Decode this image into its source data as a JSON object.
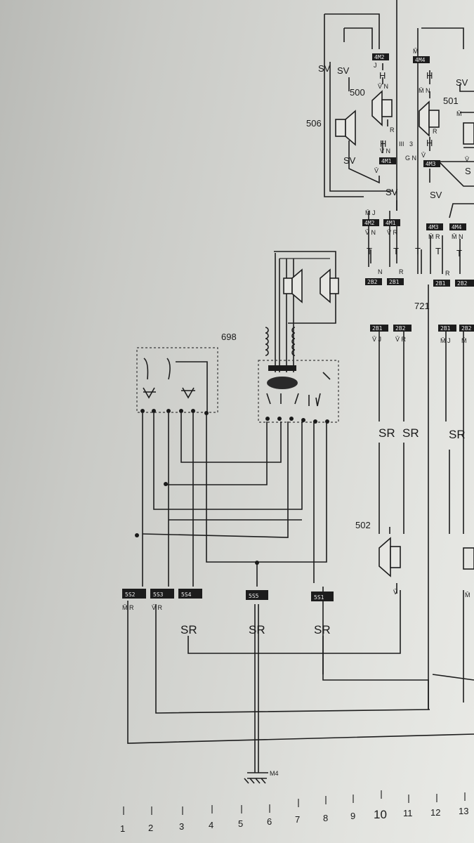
{
  "components": {
    "c506": "506",
    "c500": "500",
    "c501": "501",
    "c698": "698",
    "c721": "721",
    "c502": "502"
  },
  "wire_colors": {
    "SV": "SV",
    "H": "H",
    "T": "T",
    "SR": "SR",
    "S": "S"
  },
  "pins": {
    "J": "J",
    "N": "N",
    "R": "R",
    "M": "M̄",
    "V": "V̄",
    "VN": "V̄ N",
    "VR": "V̄ R",
    "MJ": "M̄ J",
    "MN": "M̄ N",
    "MJ2": "M̄ J",
    "MR": "M̄ R",
    "VR2": "V̄ R",
    "VJ": "V̄ J",
    "III": "III",
    "three": "3",
    "GN": "G N"
  },
  "connectors": {
    "k4M2": "4M2",
    "k4M1": "4M1",
    "k4M3": "4M3",
    "k4M4": "4M4",
    "k2B2": "2B2",
    "k2B1": "2B1",
    "k5S2": "5S2",
    "k5S3": "5S3",
    "k5S4": "5S4",
    "k5S5": "5S5",
    "k5S1": "5S1"
  },
  "ground_label": "M4",
  "column_numbers": [
    "1",
    "2",
    "3",
    "4",
    "5",
    "6",
    "7",
    "8",
    "9",
    "10",
    "11",
    "12",
    "13"
  ],
  "colors": {
    "paper": "#d6d7d3",
    "ink": "#1d1d1d"
  }
}
